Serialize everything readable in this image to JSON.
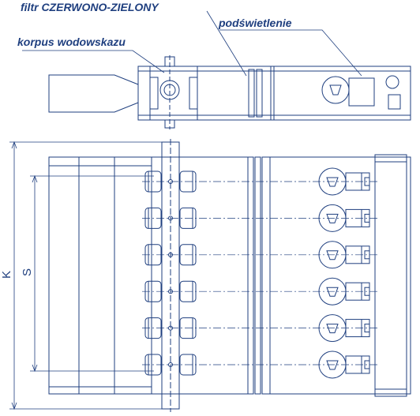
{
  "callouts": {
    "filter": "filtr CZERWONO-ZIELONY",
    "lighting": "podświetlenie",
    "body": "korpus wodowskazu"
  },
  "dimensions": {
    "k": "K",
    "s": "S"
  },
  "view": {
    "section_count": 6
  },
  "colors": {
    "line": "#1f3f7f",
    "fill": "#ffffff"
  }
}
